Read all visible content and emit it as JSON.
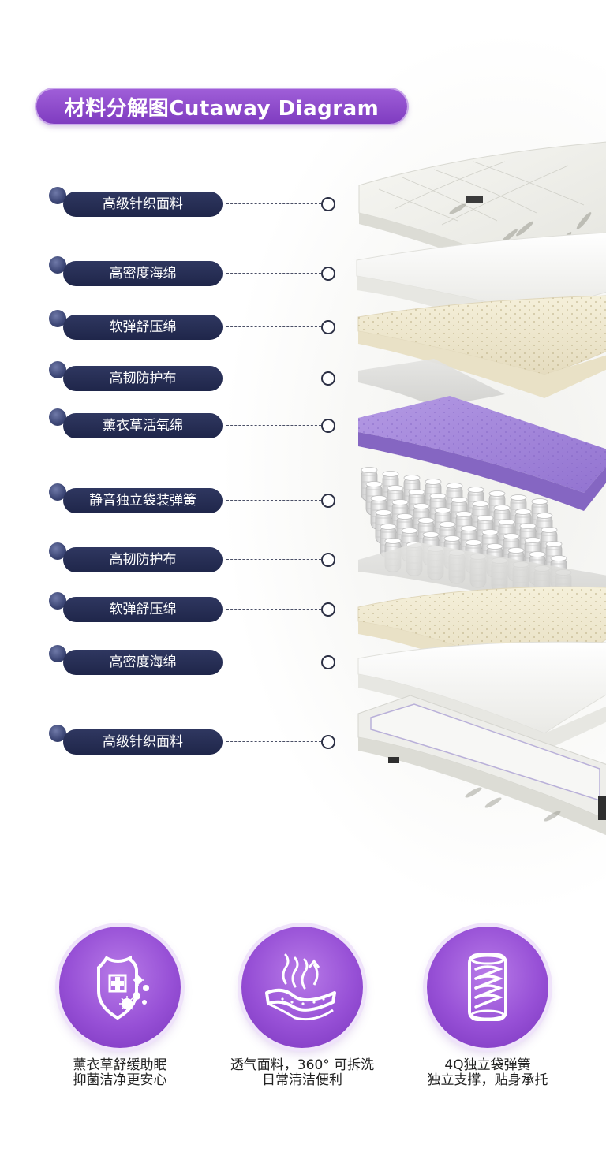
{
  "header": {
    "title": "材料分解图Cutaway Diagram"
  },
  "layers": [
    {
      "label": "高级针织面料"
    },
    {
      "label": "高密度海绵"
    },
    {
      "label": "软弹舒压绵"
    },
    {
      "label": "高韧防护布"
    },
    {
      "label": "薰衣草活氧绵"
    },
    {
      "label": "静音独立袋装弹簧"
    },
    {
      "label": "高韧防护布"
    },
    {
      "label": "软弹舒压绵"
    },
    {
      "label": "高密度海绵"
    },
    {
      "label": "高级针织面料"
    }
  ],
  "features": [
    {
      "icon": "antibacterial-shield-icon",
      "line1": "薰衣草舒缓助眠",
      "line2": "抑菌洁净更安心"
    },
    {
      "icon": "breathable-fabric-icon",
      "line1": "透气面料，360° 可拆洗",
      "line2": "日常清洁便利"
    },
    {
      "icon": "pocket-spring-icon",
      "line1": "4Q独立袋弹簧",
      "line2": "独立支撑，贴身承托"
    }
  ],
  "colors": {
    "accent_purple": "#8a46c9",
    "label_navy": "#262d55",
    "lavender_foam": "#a98bdc"
  }
}
